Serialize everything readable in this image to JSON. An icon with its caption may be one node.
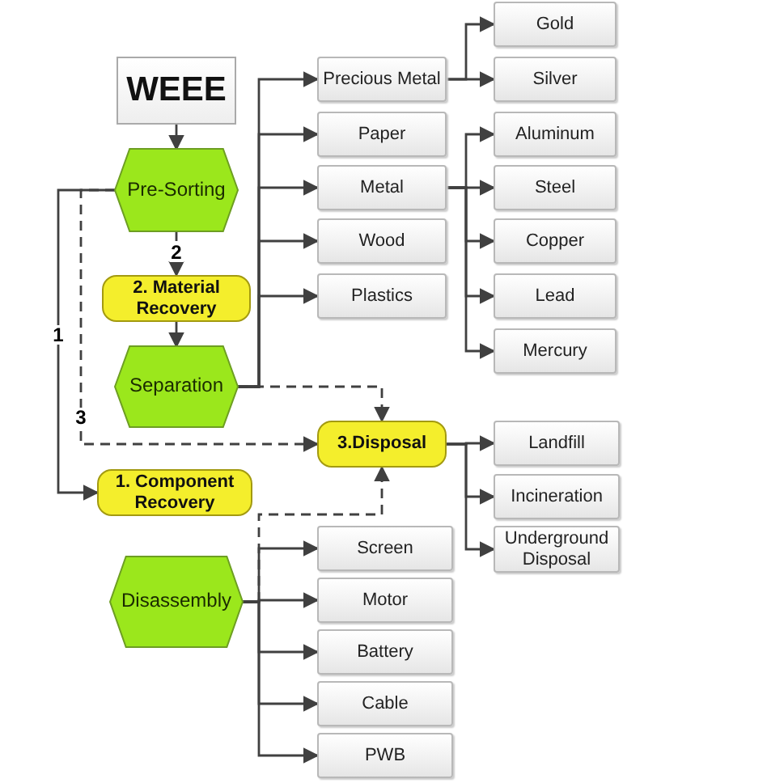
{
  "diagram": {
    "nodes": [
      {
        "text": [
          "WEEE"
        ]
      },
      {
        "text": [
          "Pre-Sorting"
        ]
      },
      {
        "text": [
          "2. Material Recovery"
        ]
      },
      {
        "text": [
          "Separation"
        ]
      },
      {
        "text": [
          "1. Component Recovery"
        ]
      },
      {
        "text": [
          "Disassembly"
        ]
      },
      {
        "text": [
          "3.Disposal"
        ]
      },
      {
        "text": [
          "Precious Metal"
        ]
      },
      {
        "text": [
          "Paper"
        ]
      },
      {
        "text": [
          "Metal"
        ]
      },
      {
        "text": [
          "Wood"
        ]
      },
      {
        "text": [
          "Plastics"
        ]
      },
      {
        "text": [
          "Gold"
        ]
      },
      {
        "text": [
          "Silver"
        ]
      },
      {
        "text": [
          "Aluminum"
        ]
      },
      {
        "text": [
          "Steel"
        ]
      },
      {
        "text": [
          "Copper"
        ]
      },
      {
        "text": [
          "Lead"
        ]
      },
      {
        "text": [
          "Mercury"
        ]
      },
      {
        "text": [
          "Landfill"
        ]
      },
      {
        "text": [
          "Incineration"
        ]
      },
      {
        "text": [
          "Underground Disposal"
        ]
      },
      {
        "text": [
          "Screen"
        ]
      },
      {
        "text": [
          "Motor"
        ]
      },
      {
        "text": [
          "Battery"
        ]
      },
      {
        "text": [
          "Cable"
        ]
      },
      {
        "text": [
          "PWB"
        ]
      }
    ],
    "edges": [
      {
        "from": 0,
        "to": 1,
        "arrow": "to"
      },
      {
        "from": 1,
        "to": 2,
        "arrow": "to",
        "label": "2",
        "style": "dashed"
      },
      {
        "from": 2,
        "to": 3,
        "arrow": "to"
      },
      {
        "from": 1,
        "to": 4,
        "arrow": "to",
        "label": "1"
      },
      {
        "from": 1,
        "to": 6,
        "arrow": "to",
        "label": "3",
        "style": "dashed"
      },
      {
        "from": 3,
        "to": 6,
        "arrow": "to",
        "style": "dashed"
      },
      {
        "from": 5,
        "to": 6,
        "arrow": "to",
        "style": "dashed"
      },
      {
        "from": 3,
        "to": 7,
        "arrow": "to"
      },
      {
        "from": 3,
        "to": 8,
        "arrow": "to"
      },
      {
        "from": 3,
        "to": 9,
        "arrow": "to"
      },
      {
        "from": 3,
        "to": 10,
        "arrow": "to"
      },
      {
        "from": 3,
        "to": 11,
        "arrow": "to"
      },
      {
        "from": 7,
        "to": 12,
        "arrow": "to"
      },
      {
        "from": 7,
        "to": 13,
        "arrow": "to"
      },
      {
        "from": 9,
        "to": 14,
        "arrow": "to"
      },
      {
        "from": 9,
        "to": 15,
        "arrow": "to"
      },
      {
        "from": 9,
        "to": 16,
        "arrow": "to"
      },
      {
        "from": 9,
        "to": 17,
        "arrow": "to"
      },
      {
        "from": 9,
        "to": 18,
        "arrow": "to"
      },
      {
        "from": 6,
        "to": 19,
        "arrow": "to"
      },
      {
        "from": 6,
        "to": 20,
        "arrow": "to"
      },
      {
        "from": 6,
        "to": 21,
        "arrow": "to"
      },
      {
        "from": 5,
        "to": 22,
        "arrow": "to"
      },
      {
        "from": 5,
        "to": 23,
        "arrow": "to"
      },
      {
        "from": 5,
        "to": 24,
        "arrow": "to"
      },
      {
        "from": 5,
        "to": 25,
        "arrow": "to"
      },
      {
        "from": 5,
        "to": 26,
        "arrow": "to"
      }
    ]
  }
}
